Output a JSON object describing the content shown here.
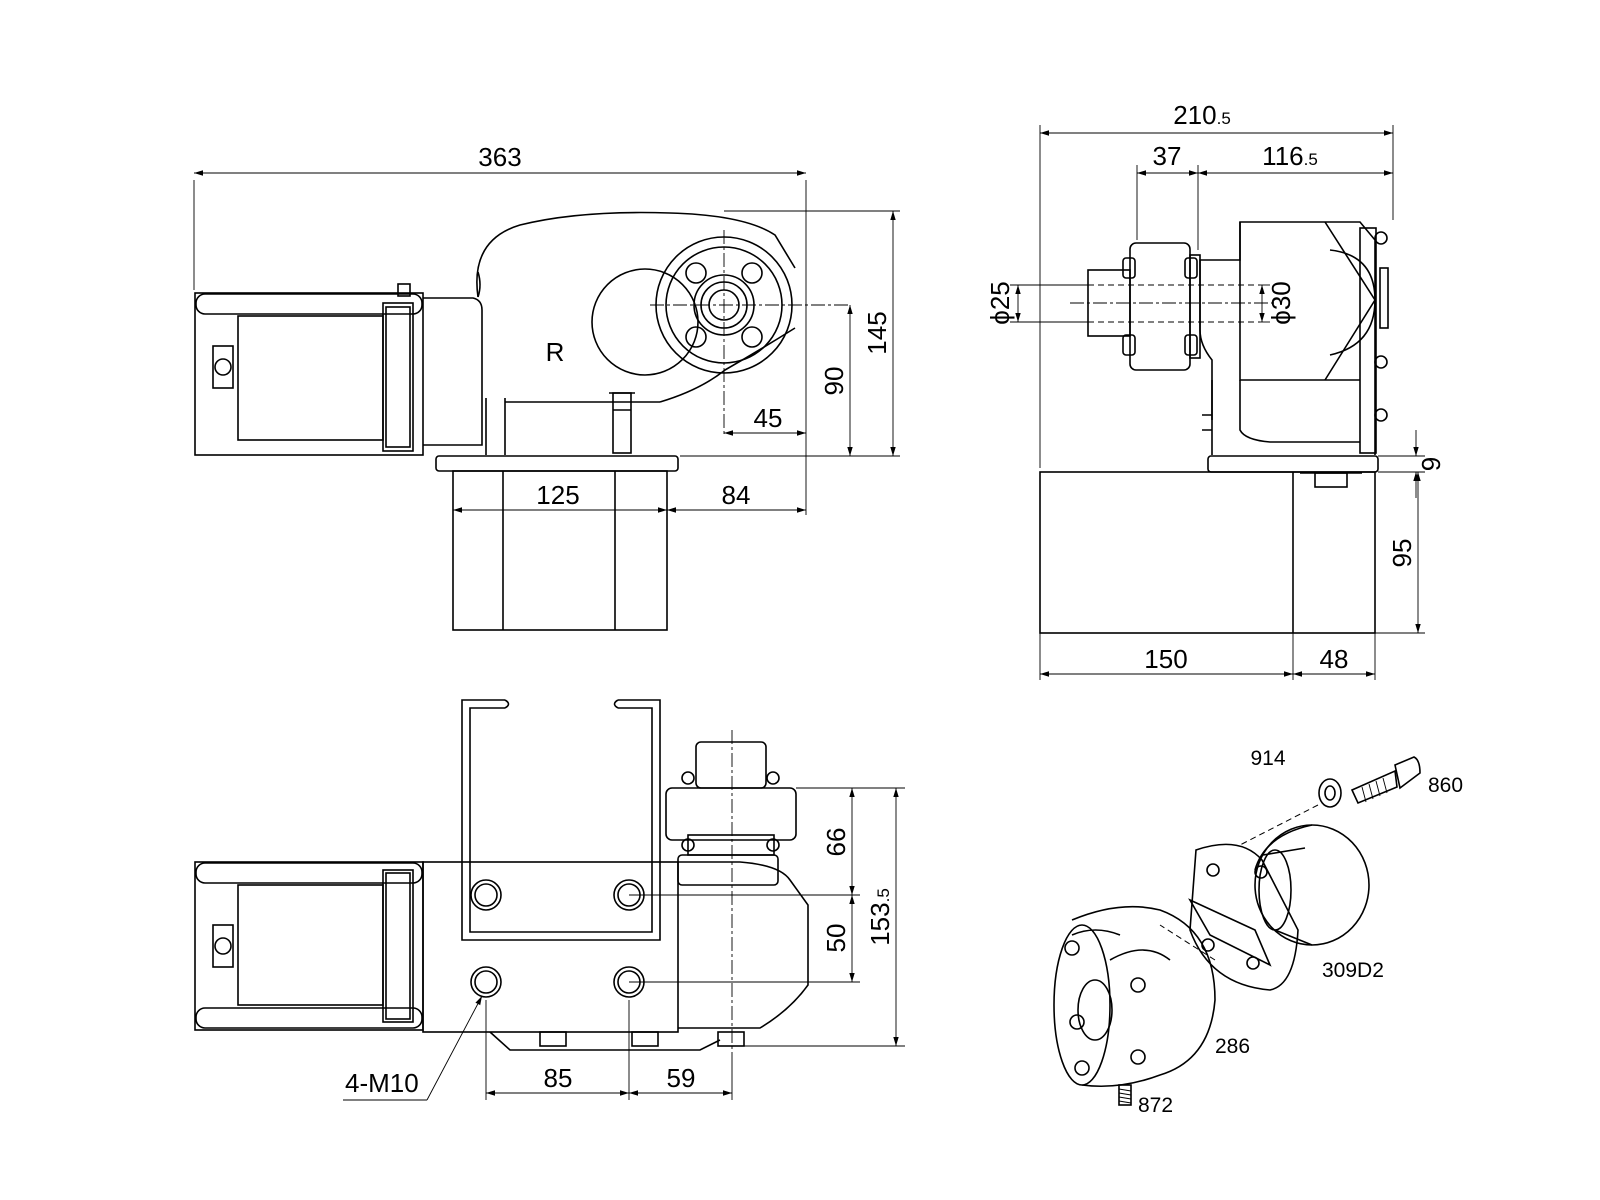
{
  "front_view": {
    "dim_overall_length": "363",
    "dim_total_height": "145",
    "dim_shaft_height": "90",
    "dim_shaft_offset": "45",
    "dim_bracket_width": "125",
    "dim_bracket_to_shaft": "84",
    "rotation_mark": "R"
  },
  "side_view": {
    "dim_overall_depth_main": "210",
    "dim_overall_depth_frac": ".5",
    "dim_flange_width": "37",
    "dim_body_depth_main": "116",
    "dim_body_depth_frac": ".5",
    "dim_shaft_dia_small": "ϕ25",
    "dim_shaft_dia_large": "ϕ30",
    "dim_base_thickness": "9",
    "dim_bracket_height": "95",
    "dim_bracket_depth": "150",
    "dim_bracket_overhang": "48"
  },
  "top_view": {
    "dim_flange_height": "66",
    "dim_bolt_offset": "50",
    "dim_total_main": "153",
    "dim_total_frac": ".5",
    "dim_bolt_spacing": "85",
    "dim_bolt_to_shaft": "59",
    "bolt_callout": "4-M10"
  },
  "coupling_parts": {
    "washer": "914",
    "screw": "860",
    "coupling_half": "309D2",
    "hub": "286",
    "set_screw": "872"
  }
}
